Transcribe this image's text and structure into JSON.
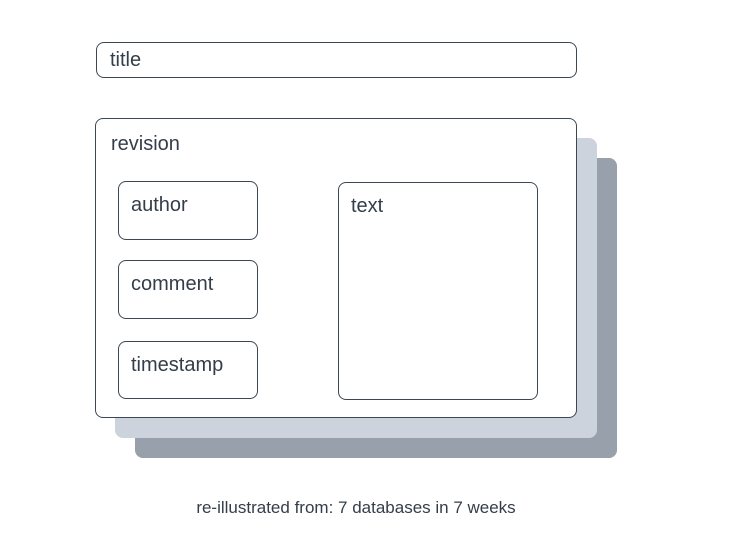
{
  "diagram": {
    "title_field": {
      "label": "title"
    },
    "revision": {
      "label": "revision",
      "fields": [
        {
          "label": "author"
        },
        {
          "label": "comment"
        },
        {
          "label": "timestamp"
        }
      ],
      "text_field": {
        "label": "text"
      },
      "stacked_layer_count": 2
    },
    "caption": "re-illustrated from: 7 databases in 7 weeks",
    "colors": {
      "text": "#333e4a",
      "border": "#3d4752",
      "layer_mid": "#ccd3dc",
      "layer_back": "#98a0ac",
      "background": "#ffffff"
    }
  }
}
